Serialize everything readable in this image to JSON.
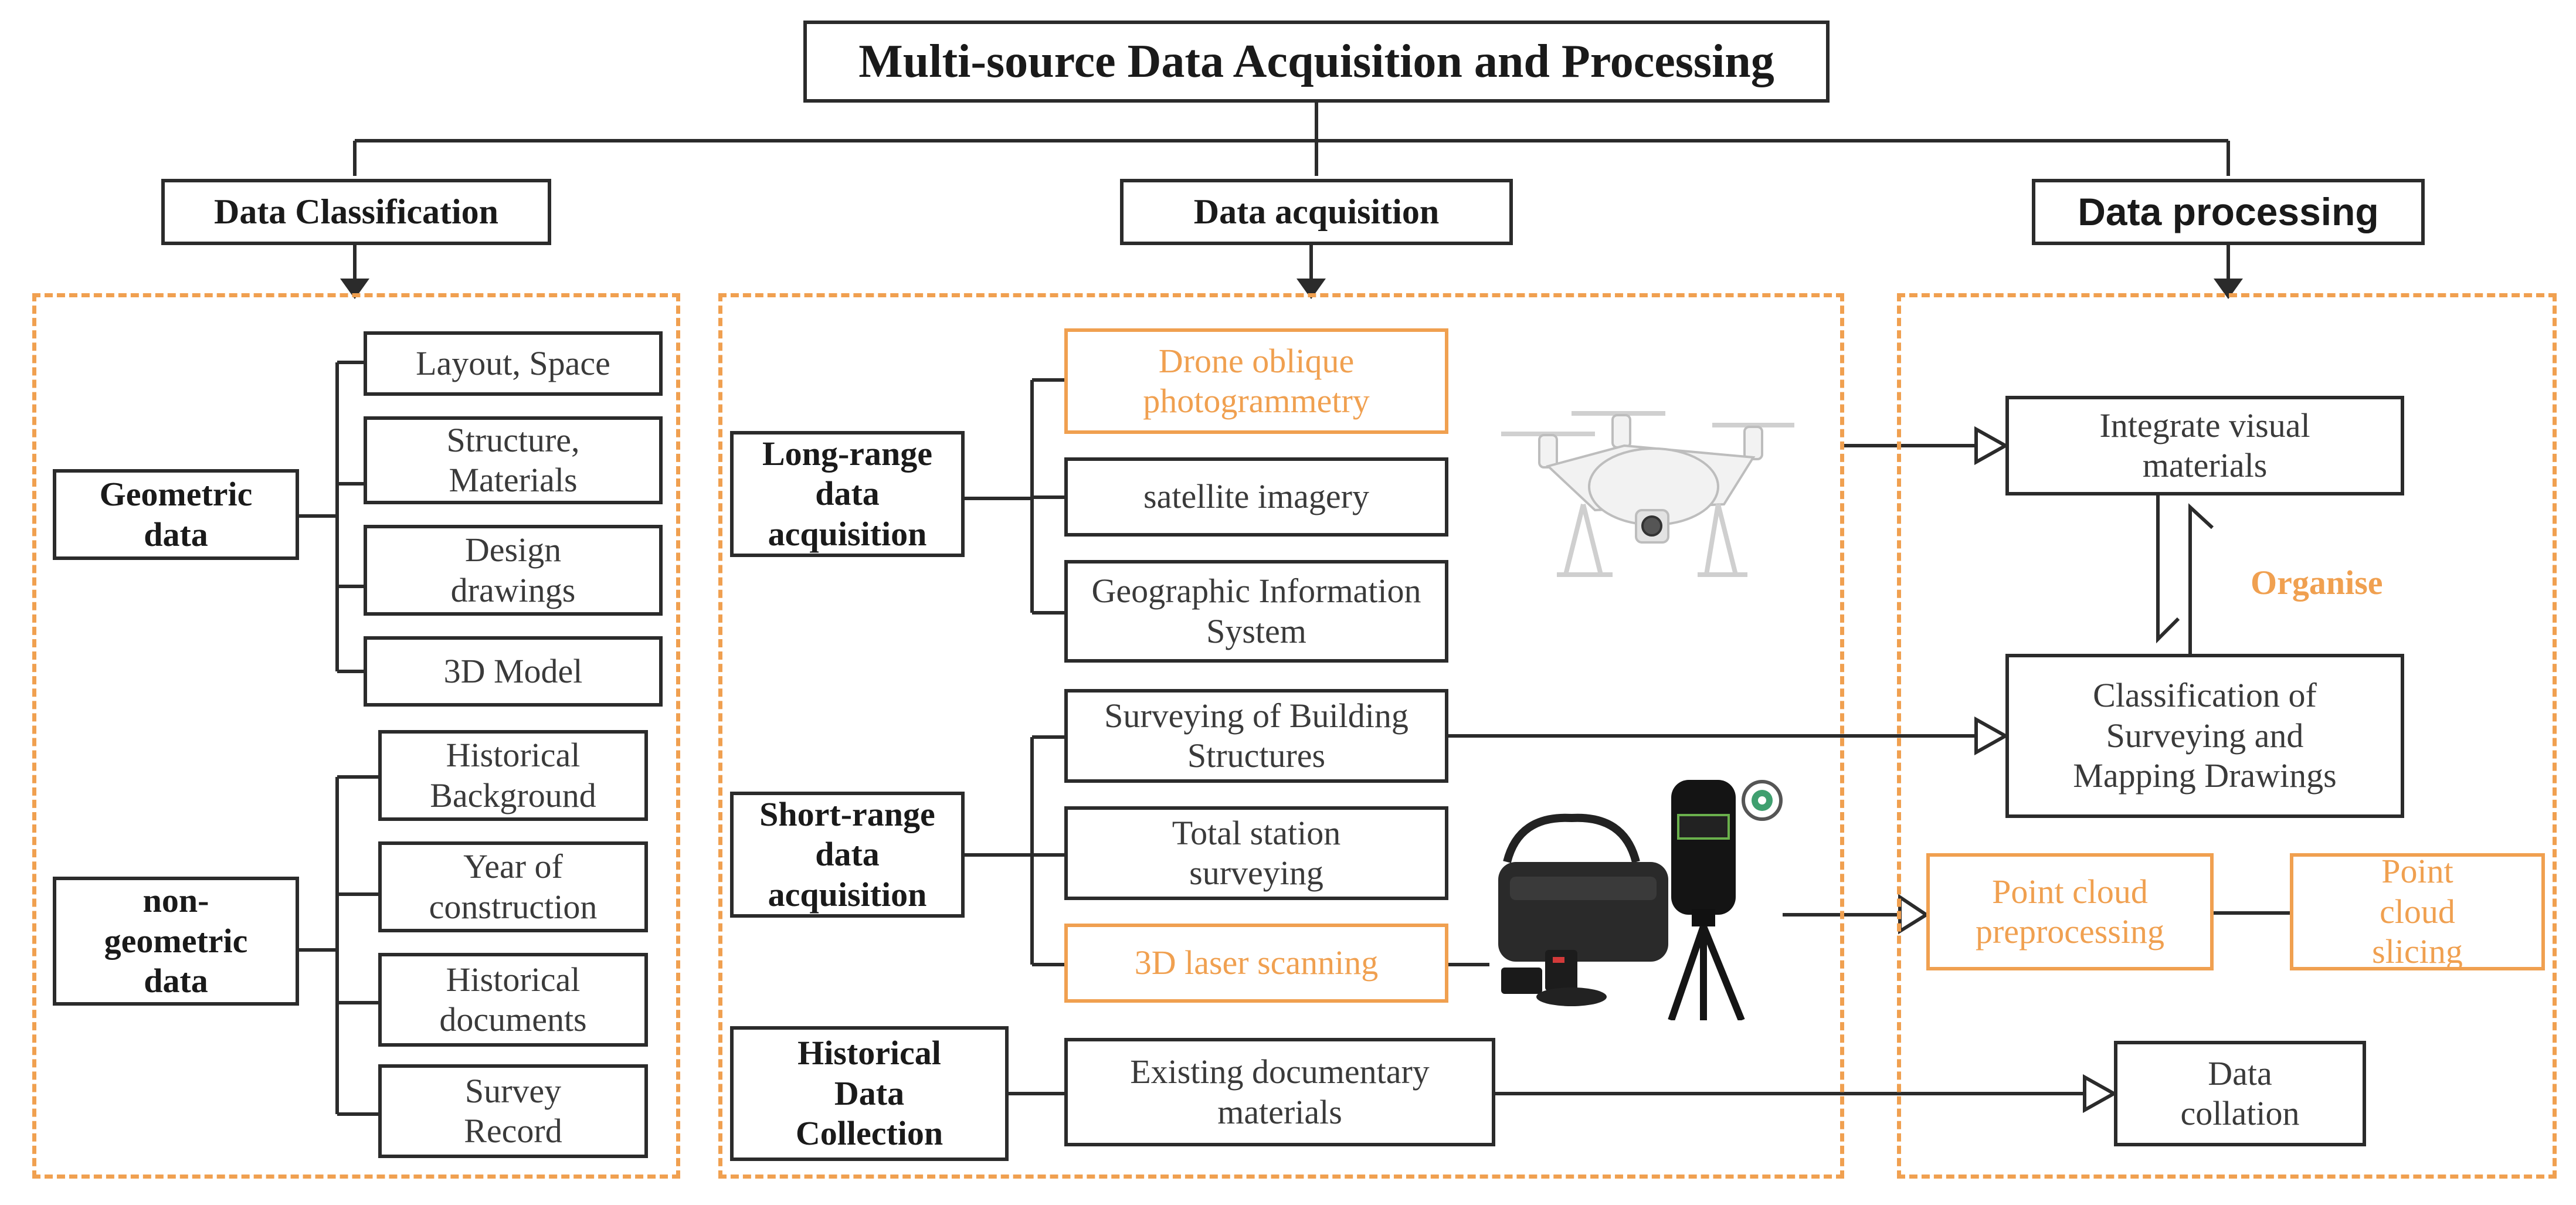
{
  "title": "Multi-source Data Acquisition and Processing",
  "columns": {
    "classification": "Data Classification",
    "acquisition": "Data acquisition",
    "processing": "Data processing"
  },
  "classification": {
    "geometric": {
      "label": "Geometric data",
      "items": [
        "Layout, Space",
        "Structure, Materials",
        "Design drawings",
        "3D Model"
      ]
    },
    "non_geometric": {
      "label": "non-geometric data",
      "items": [
        "Historical Background",
        "Year of construction",
        "Historical documents",
        "Survey Record"
      ]
    }
  },
  "acquisition": {
    "long_range": {
      "label": "Long-range data acquisition",
      "items": [
        "Drone oblique photogrammetry",
        "satellite imagery",
        "Geographic Information System"
      ]
    },
    "short_range": {
      "label": "Short-range data acquisition",
      "items": [
        "Surveying of Building Structures",
        "Total station surveying",
        "3D laser scanning"
      ]
    },
    "historical": {
      "label": "Historical Data Collection",
      "items": [
        "Existing documentary materials"
      ]
    }
  },
  "processing": {
    "integrate": "Integrate visual materials",
    "organise": "Organise",
    "classification": "Classification of Surveying and Mapping Drawings",
    "preprocessing": "Point cloud preprocessing",
    "slicing": "Point cloud slicing",
    "collation": "Data collation"
  },
  "colors": {
    "accent_orange": "#f0a050",
    "line": "#2b2b2b",
    "text": "#3a3a3a"
  }
}
